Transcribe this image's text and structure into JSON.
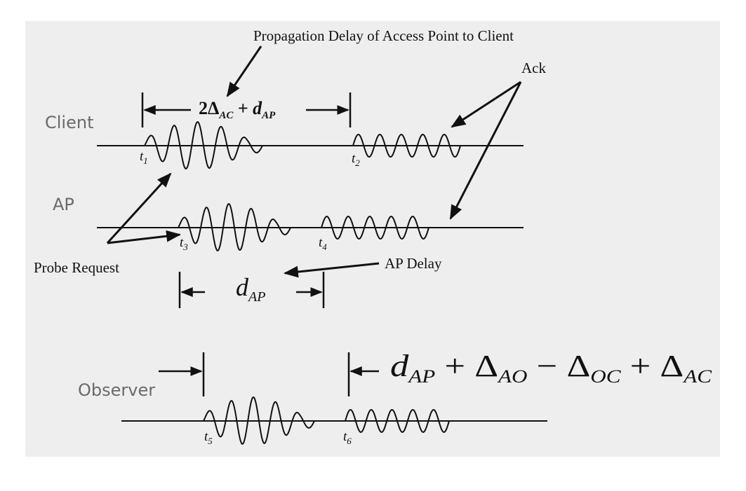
{
  "rows": {
    "client": "Client",
    "ap": "AP",
    "observer": "Observer"
  },
  "notes": {
    "propagation": "Propagation Delay of Access Point to Client",
    "ack": "Ack",
    "probe_request": "Probe Request",
    "ap_delay": "AP Delay"
  },
  "times": {
    "t1": "t",
    "t1_sub": "1",
    "t2": "t",
    "t2_sub": "2",
    "t3": "t",
    "t3_sub": "3",
    "t4": "t",
    "t4_sub": "4",
    "t5": "t",
    "t5_sub": "5",
    "t6": "t",
    "t6_sub": "6"
  },
  "formulas": {
    "client_interval": {
      "coef": "2",
      "delta": "Δ",
      "delta_sub": "AC",
      "plus": " + ",
      "d": "d",
      "d_sub": "AP"
    },
    "ap_interval": {
      "d": "d",
      "d_sub": "AP"
    },
    "observer_interval": {
      "d": "d",
      "d_sub": "AP",
      "plus1": " + ",
      "delta1": "Δ",
      "delta1_sub": "AO",
      "minus": " − ",
      "delta2": "Δ",
      "delta2_sub": "OC",
      "plus2": " + ",
      "delta3": "Δ",
      "delta3_sub": "AC"
    }
  },
  "colors": {
    "background": "#ffffff",
    "panel": "#eeeeee",
    "line": "#111111",
    "row_label": "#6a6a6a"
  }
}
